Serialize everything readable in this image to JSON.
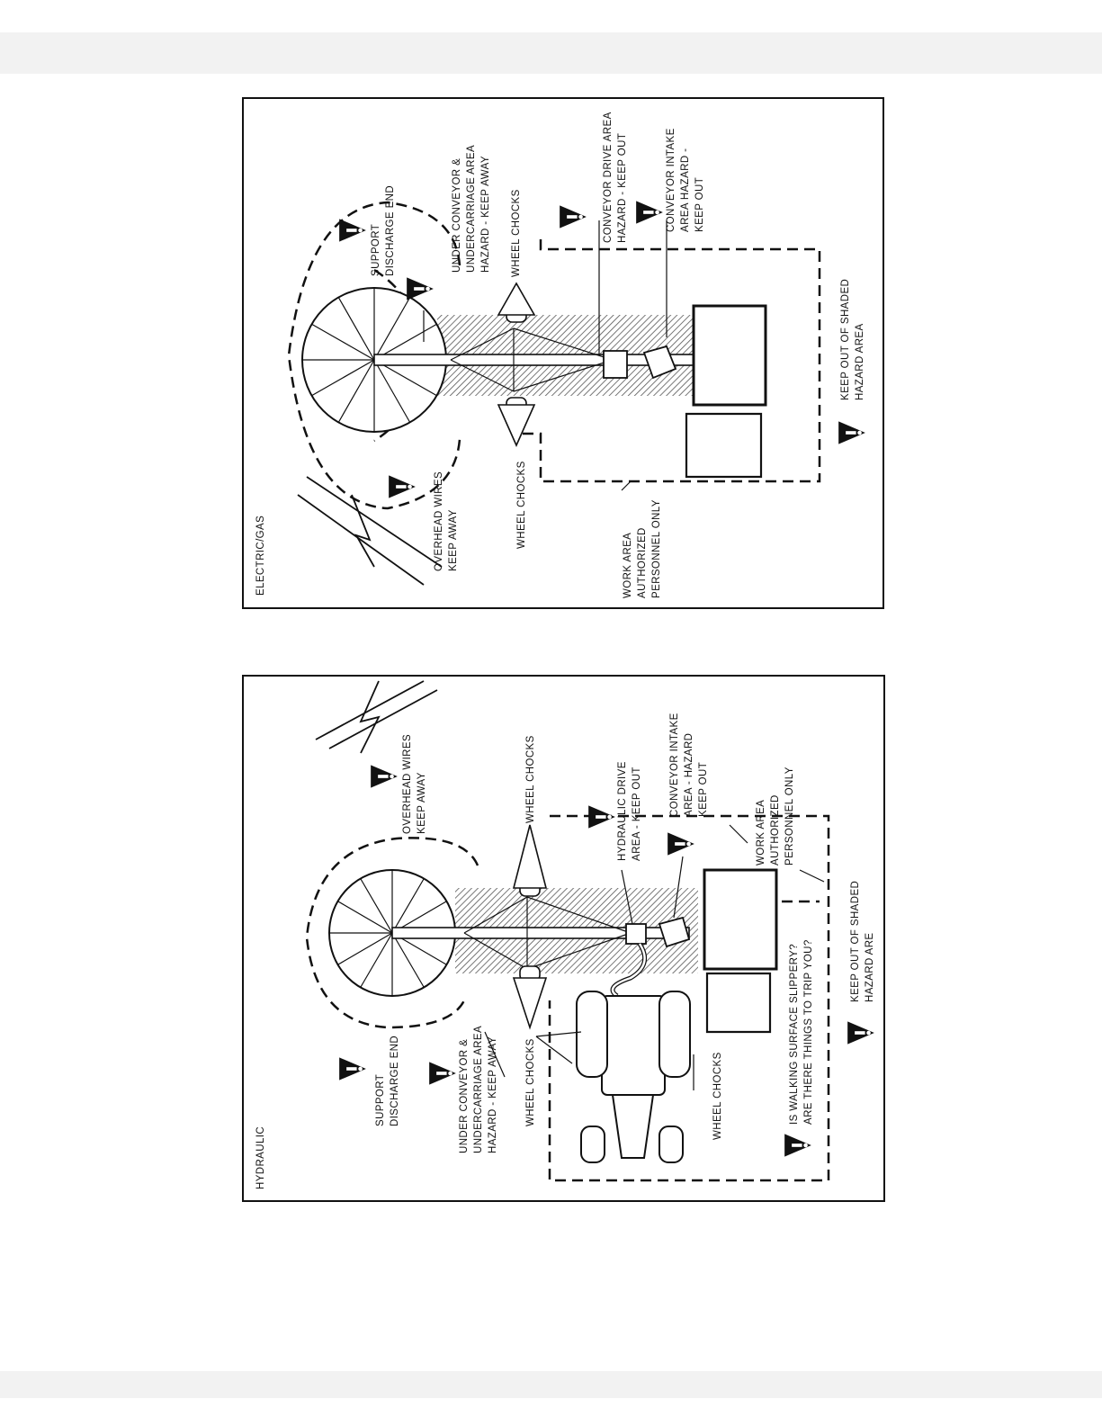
{
  "page": {
    "background": "#ffffff",
    "band_color": "#f2f2f2"
  },
  "colors": {
    "ink": "#111111",
    "hatch": "#666666"
  },
  "icons": {
    "warning": "warning-triangle-icon"
  },
  "panel_a": {
    "title": "ELECTRIC/GAS",
    "labels": {
      "overhead_1": "OVERHEAD WIRES",
      "overhead_2": "KEEP AWAY",
      "support_1": "SUPPORT",
      "support_2": "DISCHARGE END",
      "under_1": "UNDER CONVEYOR &",
      "under_2": "UNDERCARRIAGE AREA",
      "under_3": "HAZARD - KEEP AWAY",
      "chocks_top": "WHEEL CHOCKS",
      "chocks_bottom": "WHEEL CHOCKS",
      "drive_1": "CONVEYOR DRIVE AREA",
      "drive_2": "HAZARD - KEEP OUT",
      "intake_1": "CONVEYOR INTAKE",
      "intake_2": "AREA HAZARD -",
      "intake_3": "KEEP OUT",
      "work_1": "WORK AREA",
      "work_2": "AUTHORIZED",
      "work_3": "PERSONNEL ONLY",
      "shade_1": "KEEP OUT OF SHADED",
      "shade_2": "HAZARD AREA"
    }
  },
  "panel_b": {
    "title": "HYDRAULIC",
    "labels": {
      "overhead_1": "OVERHEAD WIRES",
      "overhead_2": "KEEP AWAY",
      "chocks_top": "WHEEL CHOCKS",
      "drive_1": "HYDRAULIC DRIVE",
      "drive_2": "AREA - KEEP OUT",
      "intake_1": "CONVEYOR INTAKE",
      "intake_2": "AREA - HAZARD",
      "intake_3": "KEEP OUT",
      "work_1": "WORK AREA",
      "work_2": "AUTHORIZED",
      "work_3": "PERSONNEL ONLY",
      "support_1": "SUPPORT",
      "support_2": "DISCHARGE END",
      "under_1": "UNDER CONVEYOR &",
      "under_2": "UNDERCARRIAGE AREA",
      "under_3": "HAZARD - KEEP AWAY",
      "chocks_left": "WHEEL CHOCKS",
      "chocks_right": "WHEEL CHOCKS",
      "slip_1": "IS WALKING SURFACE SLIPPERY?",
      "slip_2": "ARE THERE THINGS TO TRIP YOU?",
      "shade_1": "KEEP OUT OF SHADED",
      "shade_2": "HAZARD ARE"
    }
  }
}
